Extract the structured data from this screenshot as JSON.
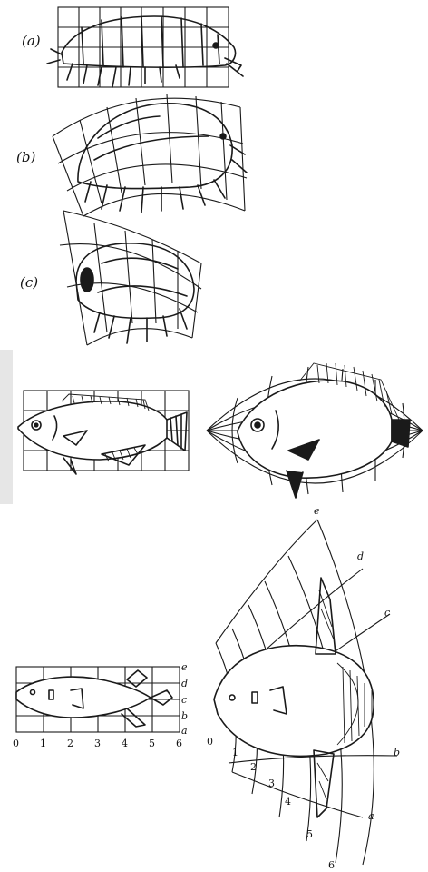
{
  "panel_labels": [
    "(a)",
    "(b)",
    "(c)"
  ],
  "fish3": {
    "grid_numbers": [
      "0",
      "1",
      "2",
      "3",
      "4",
      "5",
      "6"
    ],
    "grid_letters": [
      "a",
      "b",
      "c",
      "d",
      "e"
    ],
    "warped_numbers": [
      "0",
      "1",
      "2",
      "3",
      "4",
      "5",
      "6"
    ],
    "warped_letters": [
      "a",
      "b",
      "c",
      "d",
      "e"
    ]
  }
}
